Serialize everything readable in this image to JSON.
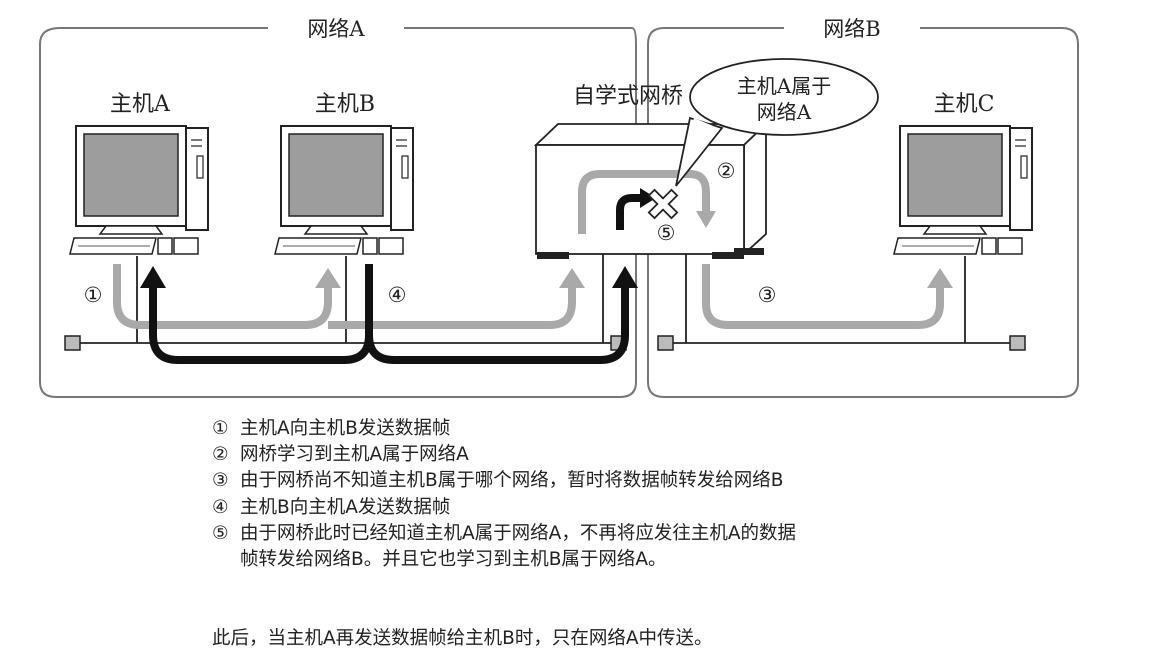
{
  "network_a": {
    "label": "网络A"
  },
  "network_b": {
    "label": "网络B"
  },
  "hosts": [
    {
      "label": "主机A"
    },
    {
      "label": "主机B"
    },
    {
      "label": "主机C"
    }
  ],
  "bridge": {
    "label": "自学式网桥"
  },
  "callout": {
    "line1": "主机A属于",
    "line2": "网络A"
  },
  "step_markers": [
    "①",
    "②",
    "③",
    "④",
    "⑤"
  ],
  "legend": [
    {
      "mark": "①",
      "text": "主机A向主机B发送数据帧"
    },
    {
      "mark": "②",
      "text": "网桥学习到主机A属于网络A"
    },
    {
      "mark": "③",
      "text": "由于网桥尚不知道主机B属于哪个网络，暂时将数据帧转发给网络B"
    },
    {
      "mark": "④",
      "text": "主机B向主机A发送数据帧"
    },
    {
      "mark": "⑤",
      "text": "由于网桥此时已经知道主机A属于网络A，不再将应发往主机A的数据",
      "continuation": "帧转发给网络B。并且它也学习到主机B属于网络A。"
    }
  ],
  "summary": "此后，当主机A再发送数据帧给主机B时，只在网络A中传送。",
  "colors": {
    "gray_arrow": "#a9a9a9",
    "black_arrow": "#111111",
    "screen": "#9d9d9d",
    "box_border": "#777777"
  }
}
